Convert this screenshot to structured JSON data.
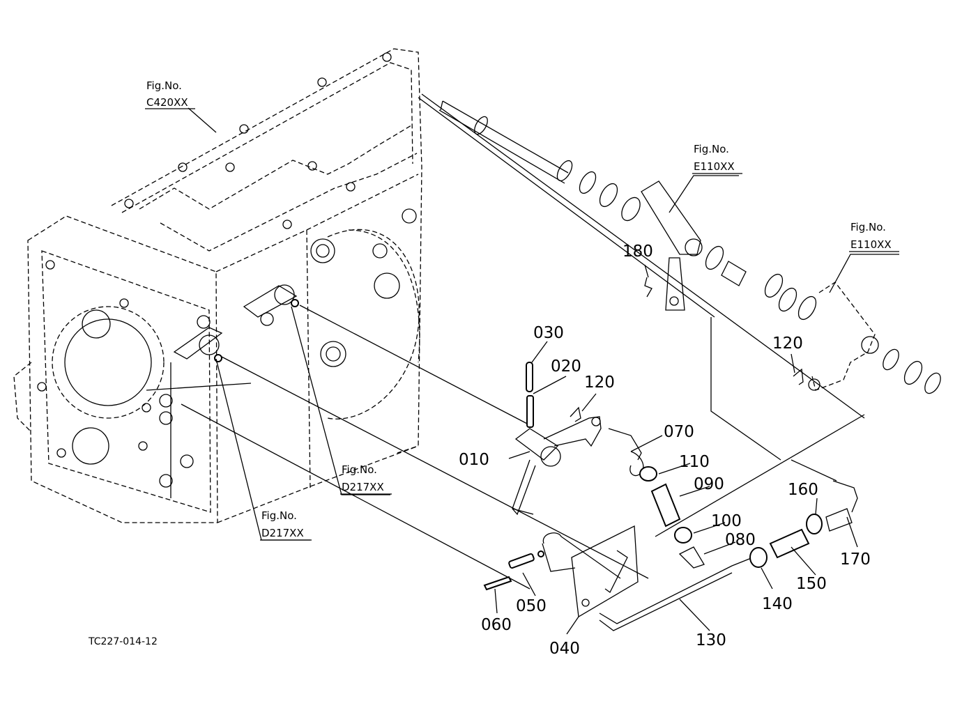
{
  "parts": [
    "010",
    "020",
    "030",
    "040",
    "050",
    "060",
    "070",
    "080",
    "090",
    "100",
    "110",
    "120",
    "120",
    "130",
    "140",
    "150",
    "160",
    "170",
    "180"
  ],
  "figure_refs": [
    {
      "title": "Fig.No.",
      "code": "C420XX"
    },
    {
      "title": "Fig.No.",
      "code": "E110XX"
    },
    {
      "title": "Fig.No.",
      "code": "E110XX"
    },
    {
      "title": "Fig.No.",
      "code": "D217XX"
    },
    {
      "title": "Fig.No.",
      "code": "D217XX"
    }
  ],
  "caption": "TC227-014-12"
}
